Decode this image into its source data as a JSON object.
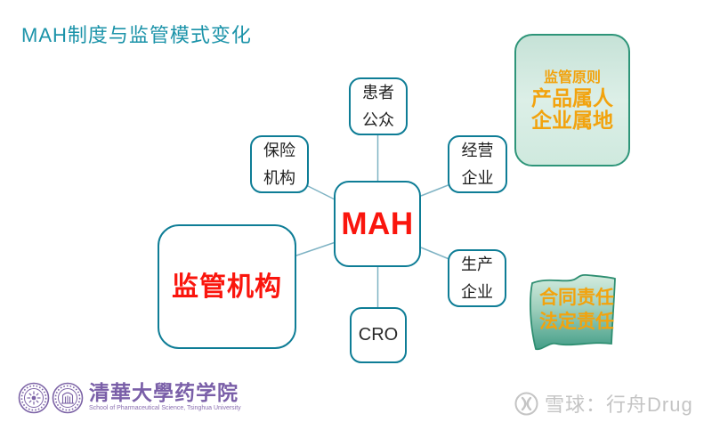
{
  "title": "MAH制度与监管模式变化",
  "colors": {
    "title_teal": "#1b93a9",
    "node_border_teal": "#0e7d96",
    "connector_teal": "#7fb3c4",
    "highlight_red": "#fa150d",
    "callout_orange": "#f2a30e",
    "callout_green_border": "#2e9579",
    "logo_purple": "#7a5fa8",
    "watermark_gray": "#c4c4c4"
  },
  "diagram": {
    "center_label": "MAH",
    "nodes": {
      "patients": {
        "line1": "患者",
        "line2": "公众"
      },
      "insurance": {
        "line1": "保险",
        "line2": "机构"
      },
      "distribution": {
        "line1": "经营",
        "line2": "企业"
      },
      "manufacturing": {
        "line1": "生产",
        "line2": "企业"
      },
      "cro": {
        "line1": "CRO"
      },
      "regulator": {
        "label": "监管机构"
      }
    }
  },
  "callouts": {
    "principle": {
      "line1": "监管原则",
      "line2": "产品属人",
      "line3": "企业属地"
    },
    "liability": {
      "line1": "合同责任",
      "line2": "法定责任"
    }
  },
  "footer": {
    "school_cn": "清華大學药学院",
    "school_en": "School of Pharmaceutical Science, Tsinghua University"
  },
  "watermark": {
    "label": "雪球：行舟Drug"
  }
}
